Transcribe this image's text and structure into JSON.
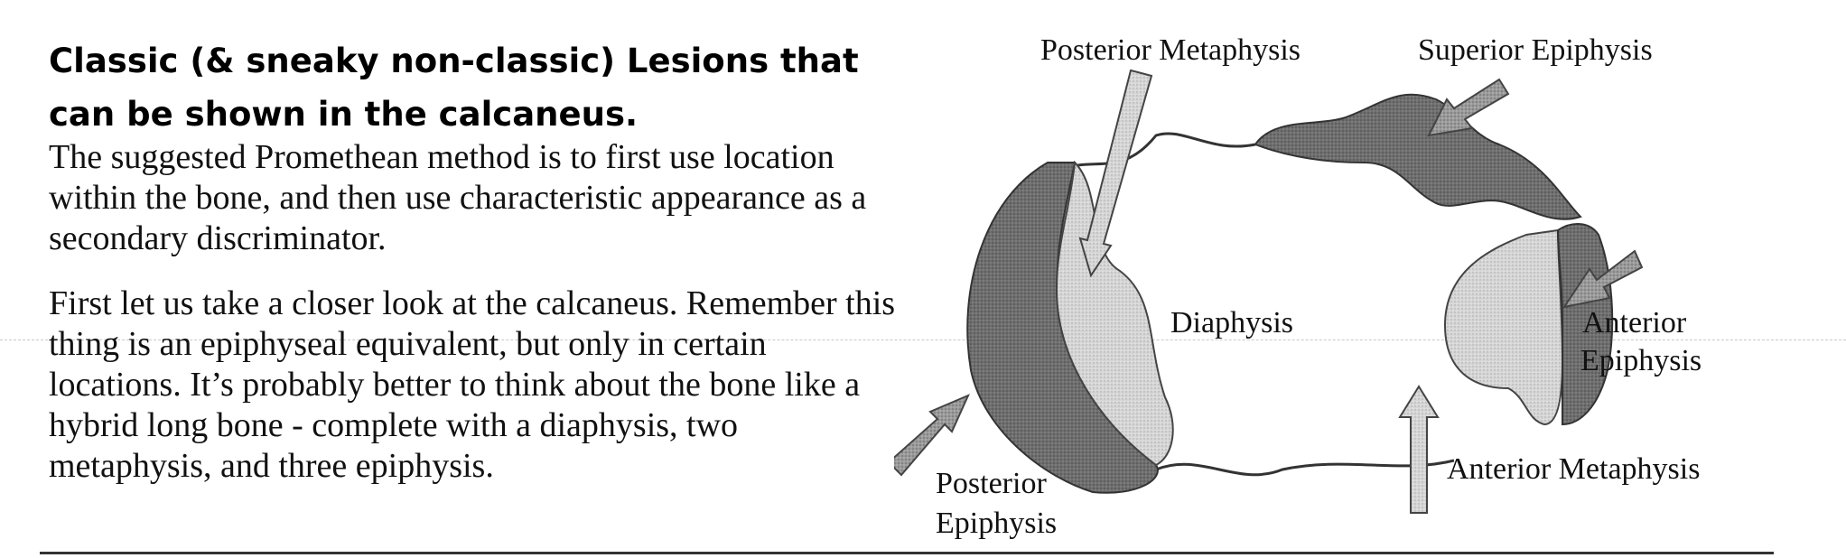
{
  "title": "Classic (& sneaky non-classic) Lesions that can be shown in the calcaneus.",
  "paragraphs": [
    "The suggested Promethean method is to first use location within the bone, and then use characteristic appearance as a secondary discriminator.",
    "First let us take a closer look at the calcaneus. Remember this thing is an epiphyseal equivalent, but only in certain locations. It’s probably better to think about the bone like a hybrid long bone - complete with a diaphysis, two metaphysis, and three epiphysis."
  ],
  "diagram": {
    "labels": {
      "posterior_metaphysis": "Posterior Metaphysis",
      "superior_epiphysis": "Superior Epiphysis",
      "diaphysis": "Diaphysis",
      "anterior_epiphysis_line1": "Anterior",
      "anterior_epiphysis_line2": "Epiphysis",
      "posterior_epiphysis_line1": "Posterior",
      "posterior_epiphysis_line2": "Epiphysis",
      "anterior_metaphysis": "Anterior Metaphysis"
    }
  }
}
